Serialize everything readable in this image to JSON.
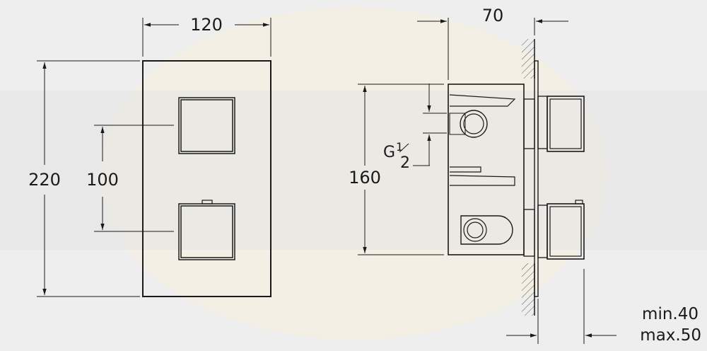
{
  "dimensions": {
    "front_width": "120",
    "front_height": "220",
    "knob_spacing": "100",
    "side_depth": "70",
    "body_height": "160",
    "thread_g": "G",
    "thread_num": "1",
    "thread_den": "2",
    "depth_min": "min.40",
    "depth_max": "max.50"
  },
  "colors": {
    "line": "#1a1a1a",
    "background": "#eeeeee",
    "watermark": "#f4ecdc"
  }
}
